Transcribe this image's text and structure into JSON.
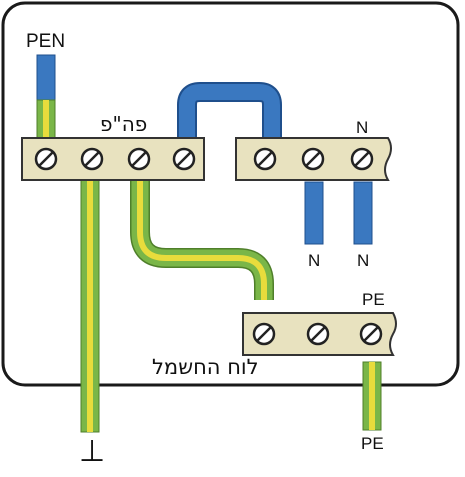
{
  "labels": {
    "pen": "PEN",
    "pen_terminal": "פה\"פ",
    "n_bar": "N",
    "n_wire_left": "N",
    "n_wire_right": "N",
    "pe_bar": "PE",
    "pe_wire": "PE",
    "panel": "לוח החשמל",
    "ground_symbol": "⊥"
  },
  "colors": {
    "enclosure": "#1a1a1a",
    "bar_fill": "#e8e2bf",
    "bar_stroke": "#333333",
    "neutral_blue": "#3a78c0",
    "neutral_blue_dark": "#1f4f8c",
    "earth_green": "#7ab648",
    "earth_yellow": "#e8dc3c",
    "screw_fill": "#ffffff",
    "screw_stroke": "#222222"
  }
}
